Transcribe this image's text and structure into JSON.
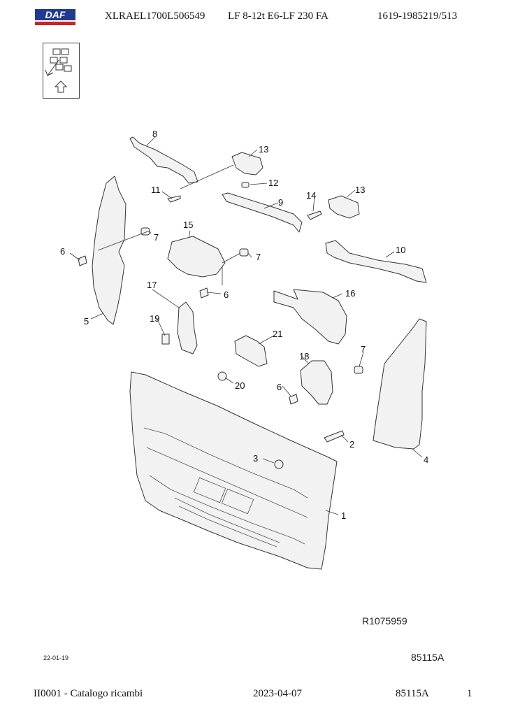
{
  "header": {
    "brand": "DAF",
    "chassis": "XLRAEL1700L506549",
    "model": "LF 8-12t E6-LF 230 FA",
    "ref": "1619-1985219/513"
  },
  "drawing": {
    "code": "R1075959",
    "date": "22-01-19",
    "group": "85115A"
  },
  "callouts": [
    "1",
    "2",
    "3",
    "4",
    "5",
    "6",
    "7",
    "8",
    "9",
    "10",
    "11",
    "12",
    "13",
    "14",
    "15",
    "16",
    "17",
    "18",
    "19",
    "20",
    "21"
  ],
  "footer": {
    "catalog": "II0001 - Catalogo ricambi",
    "date": "2023-04-07",
    "group": "85115A",
    "page": "1"
  },
  "colors": {
    "brand_red": "#d0202a",
    "brand_blue": "#1f3a8f",
    "line": "#333333",
    "fill": "#f2f2f2"
  }
}
